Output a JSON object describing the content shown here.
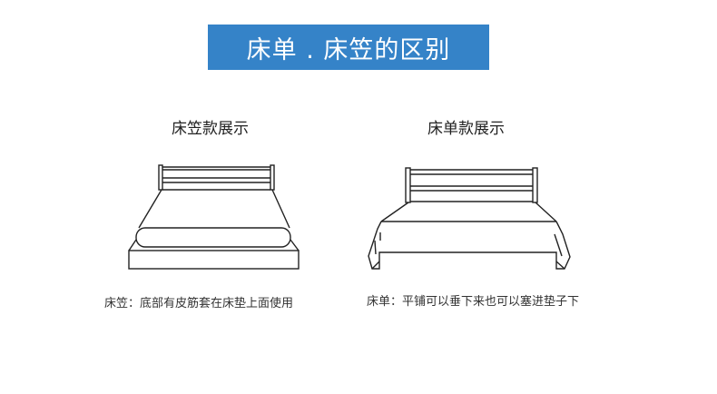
{
  "title": "床单 . 床笠的区别",
  "fitted": {
    "heading": "床笠款展示",
    "caption": "床笠：底部有皮筋套在床垫上面使用"
  },
  "flat": {
    "heading": "床单款展示",
    "caption": "床单：平铺可以垂下来也可以塞进垫子下"
  },
  "colors": {
    "banner": "#3583c8"
  }
}
